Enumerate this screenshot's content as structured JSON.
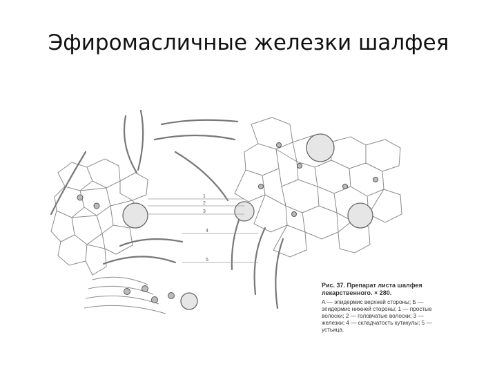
{
  "slide": {
    "title": "Эфиромасличные железки шалфея"
  },
  "figure": {
    "caption_title": "Рис. 37. Препарат листа шалфея лекарственного. × 280.",
    "caption_lines": [
      "А — эпидермис верхней стороны; Б —",
      "эпидермис нижней стороны; 1 — простые",
      "волоски; 2 — головчатые волоски; 3 —",
      "железки; 4 — складчатость кутикулы; 5 —",
      "устьица."
    ],
    "leader_numbers": [
      "1",
      "2",
      "3",
      "4",
      "5"
    ]
  }
}
